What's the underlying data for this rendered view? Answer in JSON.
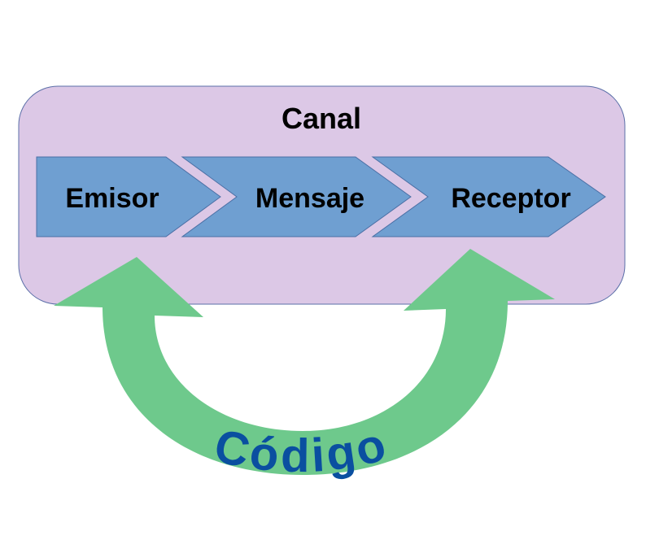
{
  "diagram": {
    "channel": {
      "label": "Canal"
    },
    "steps": [
      {
        "label": "Emisor"
      },
      {
        "label": "Mensaje"
      },
      {
        "label": "Receptor"
      }
    ],
    "code_arrow": {
      "label": "Código"
    },
    "colors": {
      "channel_fill": "#dcc8e6",
      "channel_stroke": "#5b6fa8",
      "step_fill": "#6f9fd1",
      "step_stroke": "#4a6fa5",
      "arrow_fill": "#6ec98c",
      "code_text": "#0a4fa0",
      "label_text": "#000000"
    }
  }
}
